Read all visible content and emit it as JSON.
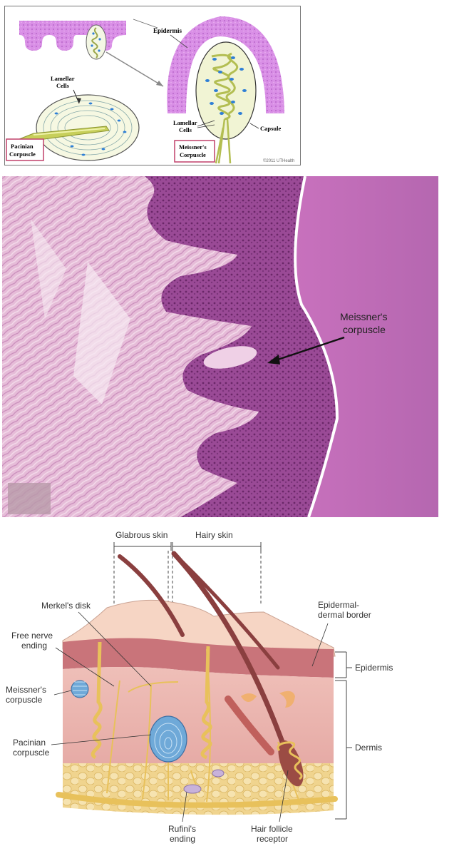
{
  "top_diagram": {
    "labels": {
      "epidermis": "Epidermis",
      "lamellar_cells_left_1": "Lamellar",
      "lamellar_cells_left_2": "Cells",
      "pacinian_1": "Pacinian",
      "pacinian_2": "Corpuscle",
      "lamellar_cells_right_1": "Lamellar",
      "lamellar_cells_right_2": "Cells",
      "capsule": "Capsule",
      "meissner_1": "Meissner's",
      "meissner_2": "Corpuscle",
      "copyright": "©2011 UTHealth"
    },
    "colors": {
      "epidermis": "#d88ee6",
      "capsule_fill": "#eef3c8",
      "nerve": "#a8b43c",
      "lamellar_dots": "#2f7fd6",
      "box_border": "#c0406a"
    }
  },
  "micrograph": {
    "annotation_1": "Meissner's",
    "annotation_2": "corpuscle",
    "colors": {
      "stroma": "#e3b6d6",
      "epidermis_dark": "#8a3d86",
      "keratin": "#d27fc4"
    }
  },
  "skin_diagram": {
    "labels": {
      "glabrous_skin": "Glabrous skin",
      "hairy_skin": "Hairy skin",
      "merkels_disk": "Merkel's disk",
      "free_nerve_1": "Free nerve",
      "free_nerve_2": "ending",
      "meissner_1": "Meissner's",
      "meissner_2": "corpuscle",
      "pacinian_1": "Pacinian",
      "pacinian_2": "corpuscle",
      "rufini_1": "Rufini's",
      "rufini_2": "ending",
      "hair_follicle_1": "Hair follicle",
      "hair_follicle_2": "receptor",
      "epidermal_dermal_1": "Epidermal-",
      "epidermal_dermal_2": "dermal border",
      "epidermis": "Epidermis",
      "dermis": "Dermis"
    },
    "colors": {
      "epidermis": "#c9747a",
      "dermis": "#eab7b1",
      "fat": "#f1d9a0",
      "nerve": "#e8c15b",
      "hair": "#8a3f3f",
      "pacinian": "#6fa9d8"
    }
  }
}
